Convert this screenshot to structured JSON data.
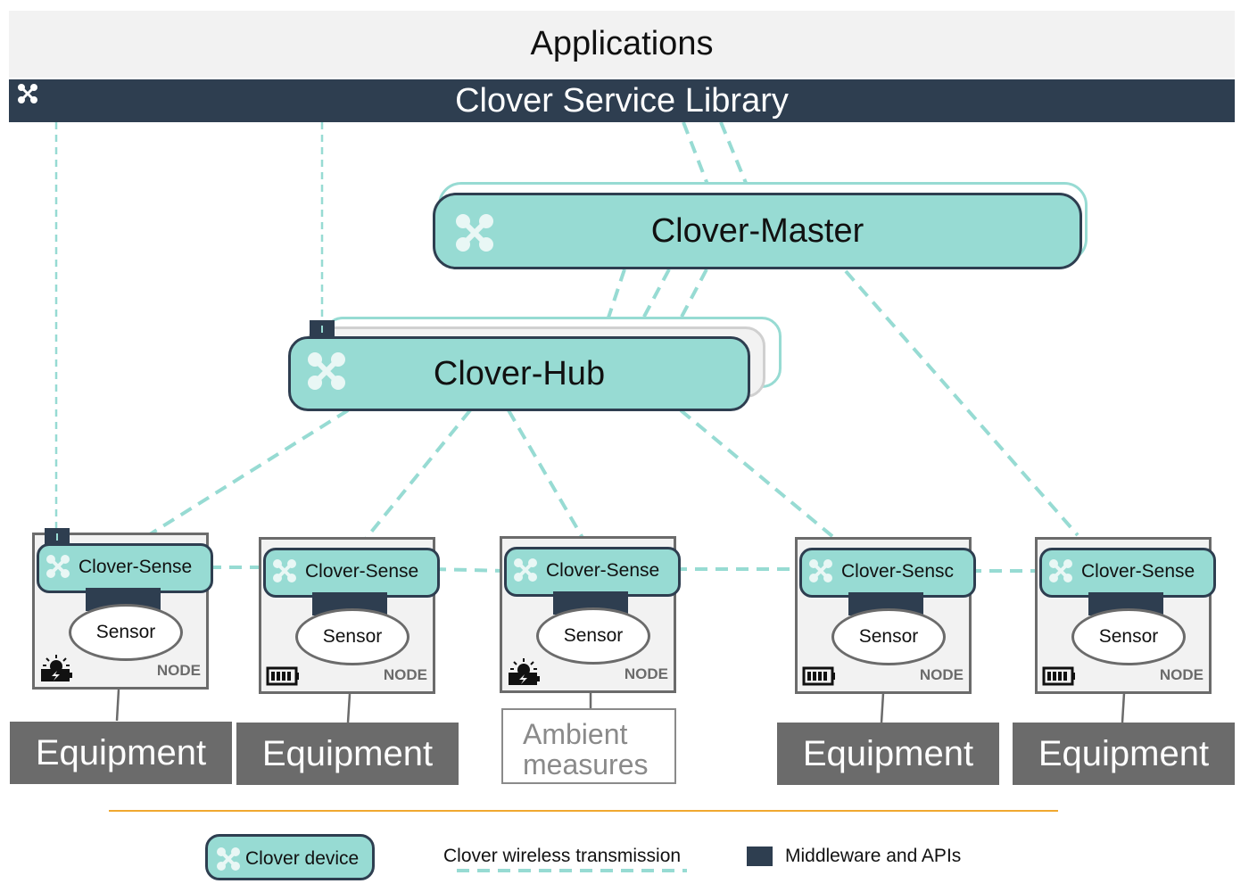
{
  "header": {
    "applications": "Applications",
    "library": "Clover Service Library"
  },
  "master": {
    "label": "Clover-Master"
  },
  "hub": {
    "label": "Clover-Hub"
  },
  "nodes": [
    {
      "sense_label": "Clover-Sense",
      "sensor_label": "Sensor",
      "node_label": "NODE",
      "power": "solar-battery-icon"
    },
    {
      "sense_label": "Clover-Sense",
      "sensor_label": "Sensor",
      "node_label": "NODE",
      "power": "battery-icon"
    },
    {
      "sense_label": "Clover-Sense",
      "sensor_label": "Sensor",
      "node_label": "NODE",
      "power": "solar-battery-icon"
    },
    {
      "sense_label": "Clover-Sensc",
      "sensor_label": "Sensor",
      "node_label": "NODE",
      "power": "battery-icon"
    },
    {
      "sense_label": "Clover-Sense",
      "sensor_label": "Sensor",
      "node_label": "NODE",
      "power": "battery-icon"
    }
  ],
  "targets": {
    "equipment": "Equipment",
    "ambient_line1": "Ambient",
    "ambient_line2": "measures"
  },
  "legend": {
    "device": "Clover device",
    "wireless": "Clover wireless transmission",
    "middleware": "Middleware and APIs"
  },
  "colors": {
    "clover_teal": "#97dbd3",
    "dark_navy": "#2e3e50",
    "equipment_gray": "#6b6b6b",
    "legend_rule": "#f0a830"
  }
}
